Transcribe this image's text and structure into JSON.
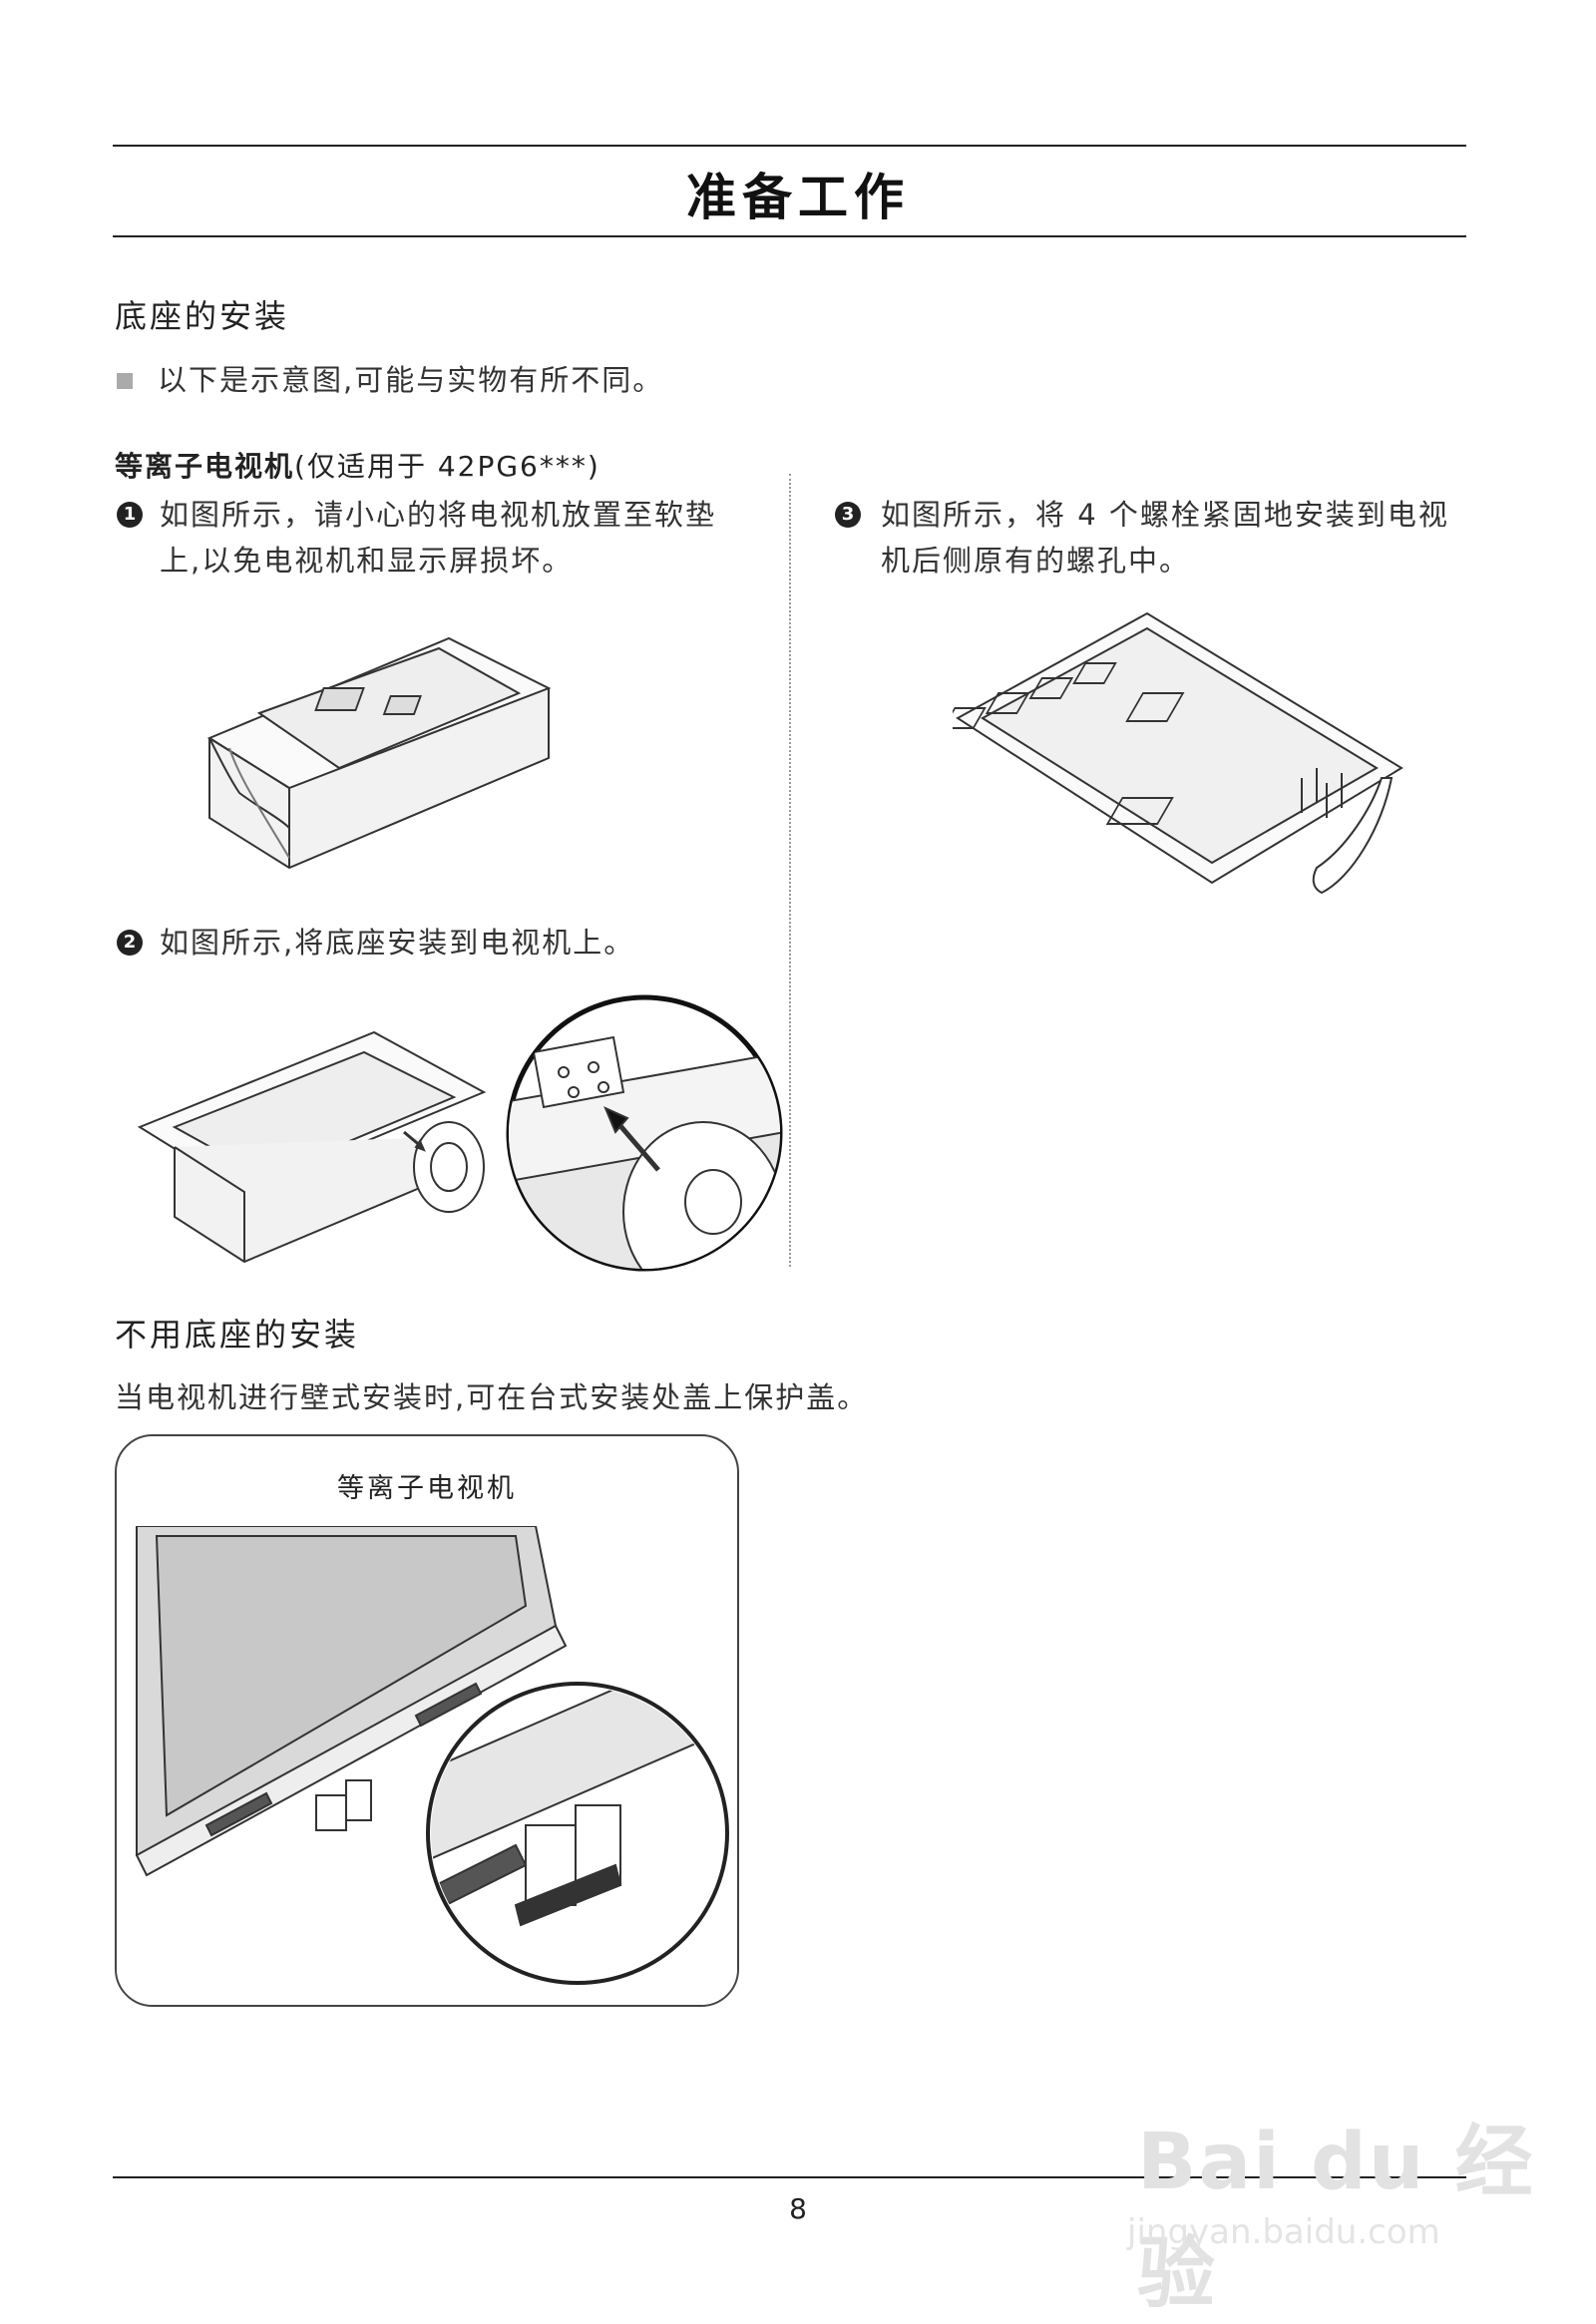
{
  "page": {
    "title": "准备工作",
    "page_number": "8"
  },
  "section1": {
    "heading": "底座的安装",
    "note": "以下是示意图,可能与实物有所不同。",
    "model_label": "等离子电视机",
    "model_note": "(仅适用于 42PG6***)",
    "steps": [
      {
        "num": "1",
        "line1": "如图所示，请小心的将电视机放置至软垫",
        "line2": "上,以免电视机和显示屏损坏。"
      },
      {
        "num": "2",
        "line1": "如图所示,将底座安装到电视机上。",
        "line2": ""
      },
      {
        "num": "3",
        "line1": "如图所示，将 4 个螺栓紧固地安装到电视",
        "line2": "机后侧原有的螺孔中。"
      }
    ]
  },
  "section2": {
    "heading": "不用底座的安装",
    "text": "当电视机进行壁式安装时,可在台式安装处盖上保护盖。",
    "panel_title": "等离子电视机"
  },
  "watermark": {
    "brand": "Bai du 经验",
    "url": "jingyan.baidu.com"
  }
}
